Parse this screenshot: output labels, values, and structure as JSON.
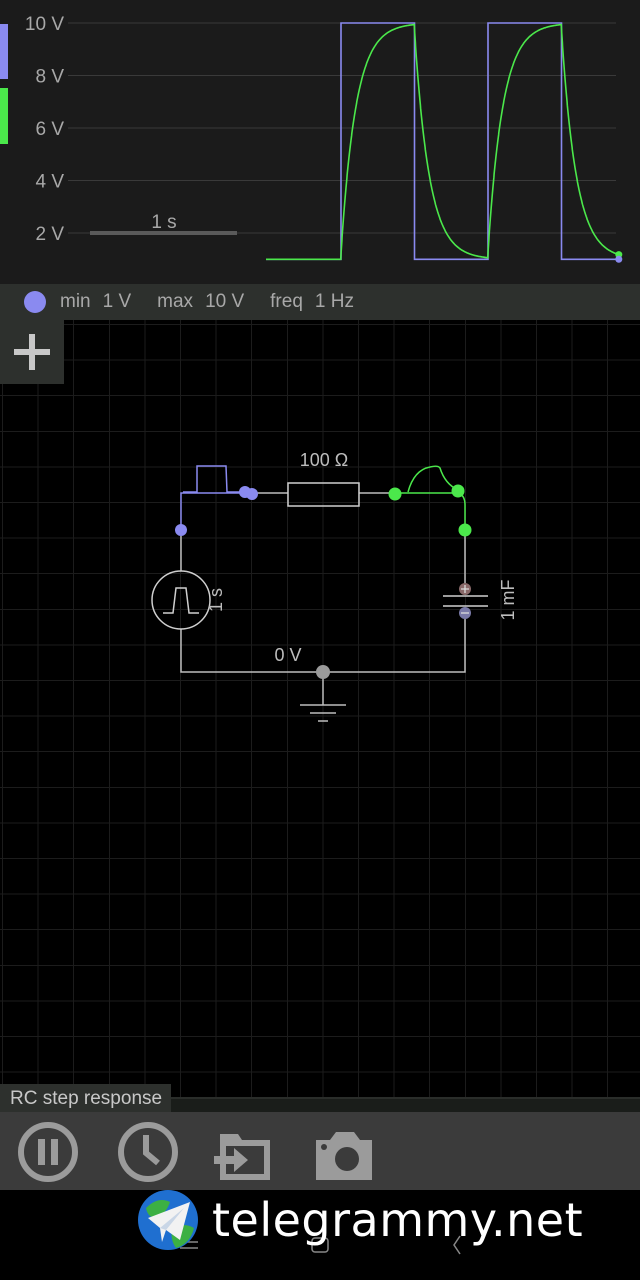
{
  "scope": {
    "y_ticks": [
      "10 V",
      "8 V",
      "6 V",
      "4 V",
      "2 V"
    ],
    "y_tick_values": [
      10,
      8,
      6,
      4,
      2
    ],
    "time_scale_label": "1 s",
    "channel_colors": [
      "#8a8af0",
      "#4be84b"
    ],
    "source_min_v": 1,
    "source_max_v": 10,
    "period_s": 1,
    "rc_tau_s": 0.1,
    "visible_window_s": 2.4,
    "first_rise_s": 0.51
  },
  "info": {
    "min_label": "min",
    "min_value": "1 V",
    "max_label": "max",
    "max_value": "10 V",
    "freq_label": "freq",
    "freq_value": "1 Hz"
  },
  "circuit": {
    "resistor_label": "100 Ω",
    "source_label": "1 s",
    "capacitor_label": "1 mF",
    "ground_label": "0 V"
  },
  "colors": {
    "source_wire": "#8a8af0",
    "output_wire": "#4be84b",
    "wire": "#bdbdbd",
    "toolbar_icon": "#9b9b9b"
  },
  "title_tab": "RC step response",
  "toolbar": [
    "pause",
    "history",
    "import",
    "screenshot"
  ],
  "watermark": "telegrammy.net"
}
